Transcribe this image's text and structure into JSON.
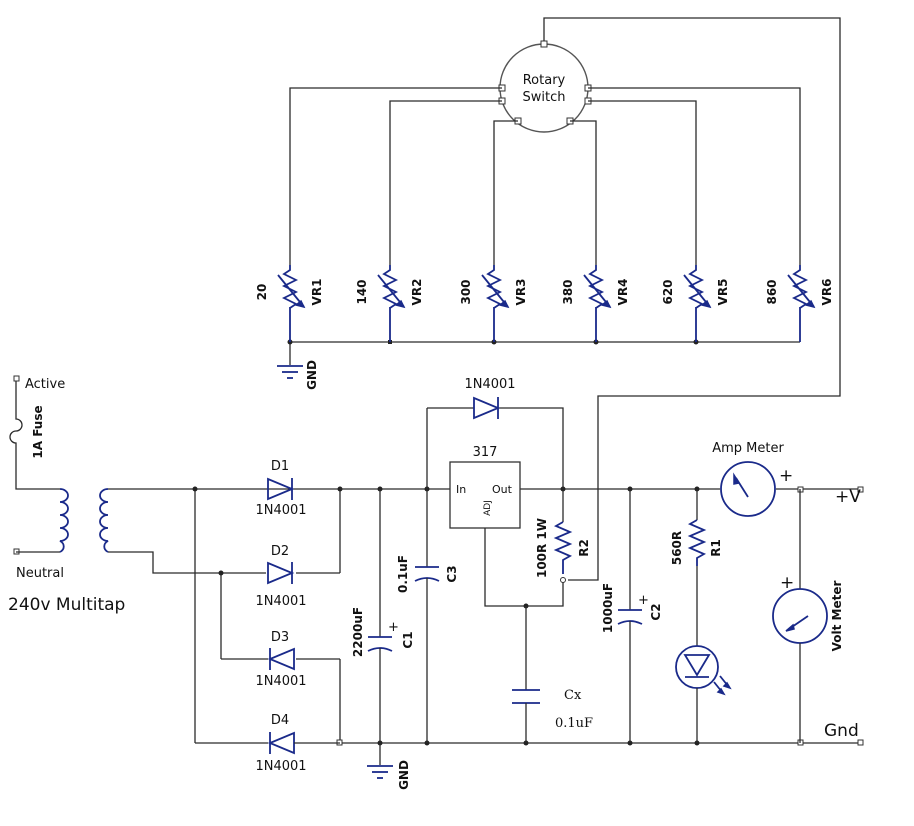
{
  "rotary_switch": {
    "line1": "Rotary",
    "line2": "Switch"
  },
  "pots": [
    {
      "value": "20",
      "ref": "VR1"
    },
    {
      "value": "140",
      "ref": "VR2"
    },
    {
      "value": "300",
      "ref": "VR3"
    },
    {
      "value": "380",
      "ref": "VR4"
    },
    {
      "value": "620",
      "ref": "VR5"
    },
    {
      "value": "860",
      "ref": "VR6"
    }
  ],
  "gnd_label": "GND",
  "mains": {
    "active": "Active",
    "neutral": "Neutral",
    "fuse": "1A Fuse",
    "transformer": "240v Multitap"
  },
  "diodes": [
    {
      "ref": "D1",
      "part": "1N4001"
    },
    {
      "ref": "D2",
      "part": "1N4001"
    },
    {
      "ref": "D3",
      "part": "1N4001"
    },
    {
      "ref": "D4",
      "part": "1N4001"
    }
  ],
  "top_diode": "1N4001",
  "regulator": {
    "name": "317",
    "in": "In",
    "out": "Out",
    "adj": "ADJ"
  },
  "capacitors": {
    "c1_value": "2200uF",
    "c1_ref": "C1",
    "c3_value": "0.1uF",
    "c3_ref": "C3",
    "c2_value": "1000uF",
    "c2_ref": "C2",
    "cx_ref": "Cx",
    "cx_value": "0.1uF"
  },
  "resistors": {
    "r2_value": "100R 1W",
    "r2_ref": "R2",
    "r1_value": "560R",
    "r1_ref": "R1"
  },
  "meters": {
    "amp": "Amp Meter",
    "volt": "Volt Meter"
  },
  "outputs": {
    "positive": "+V",
    "ground": "Gnd"
  },
  "plus_sign": "+"
}
